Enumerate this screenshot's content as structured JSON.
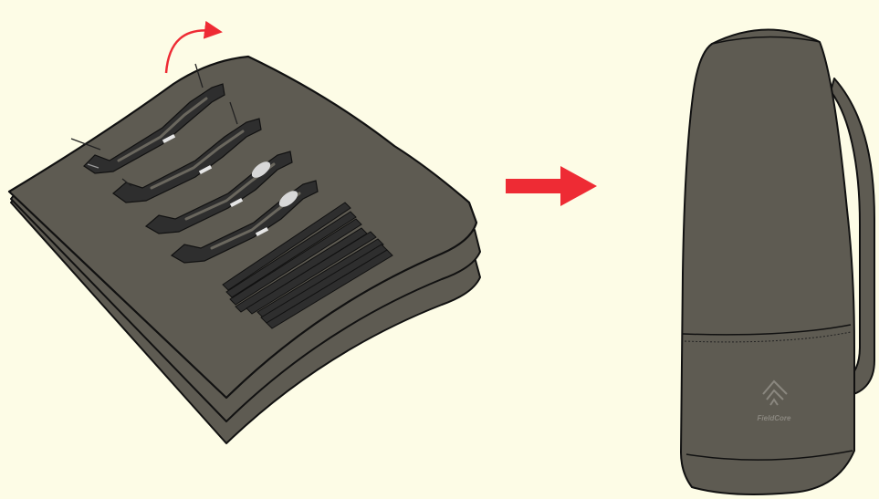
{
  "colors": {
    "background": "#fdfce6",
    "fabric": "#5e5b52",
    "fabric_light": "#6a675e",
    "outline": "#111111",
    "accent_red": "#ee2b34",
    "parts_dark": "#2e2e2e",
    "logo_mark": "#8a877f"
  },
  "illustration": {
    "step_from": "folded-mat-with-parts",
    "step_to": "packed-carry-bag",
    "rotation_hint_icon": "curved-arrow-icon",
    "transition_icon": "right-arrow-icon",
    "bag_logo_icon": "fieldcore-mountain-icon"
  },
  "bag": {
    "brand_label": "FieldCore"
  }
}
